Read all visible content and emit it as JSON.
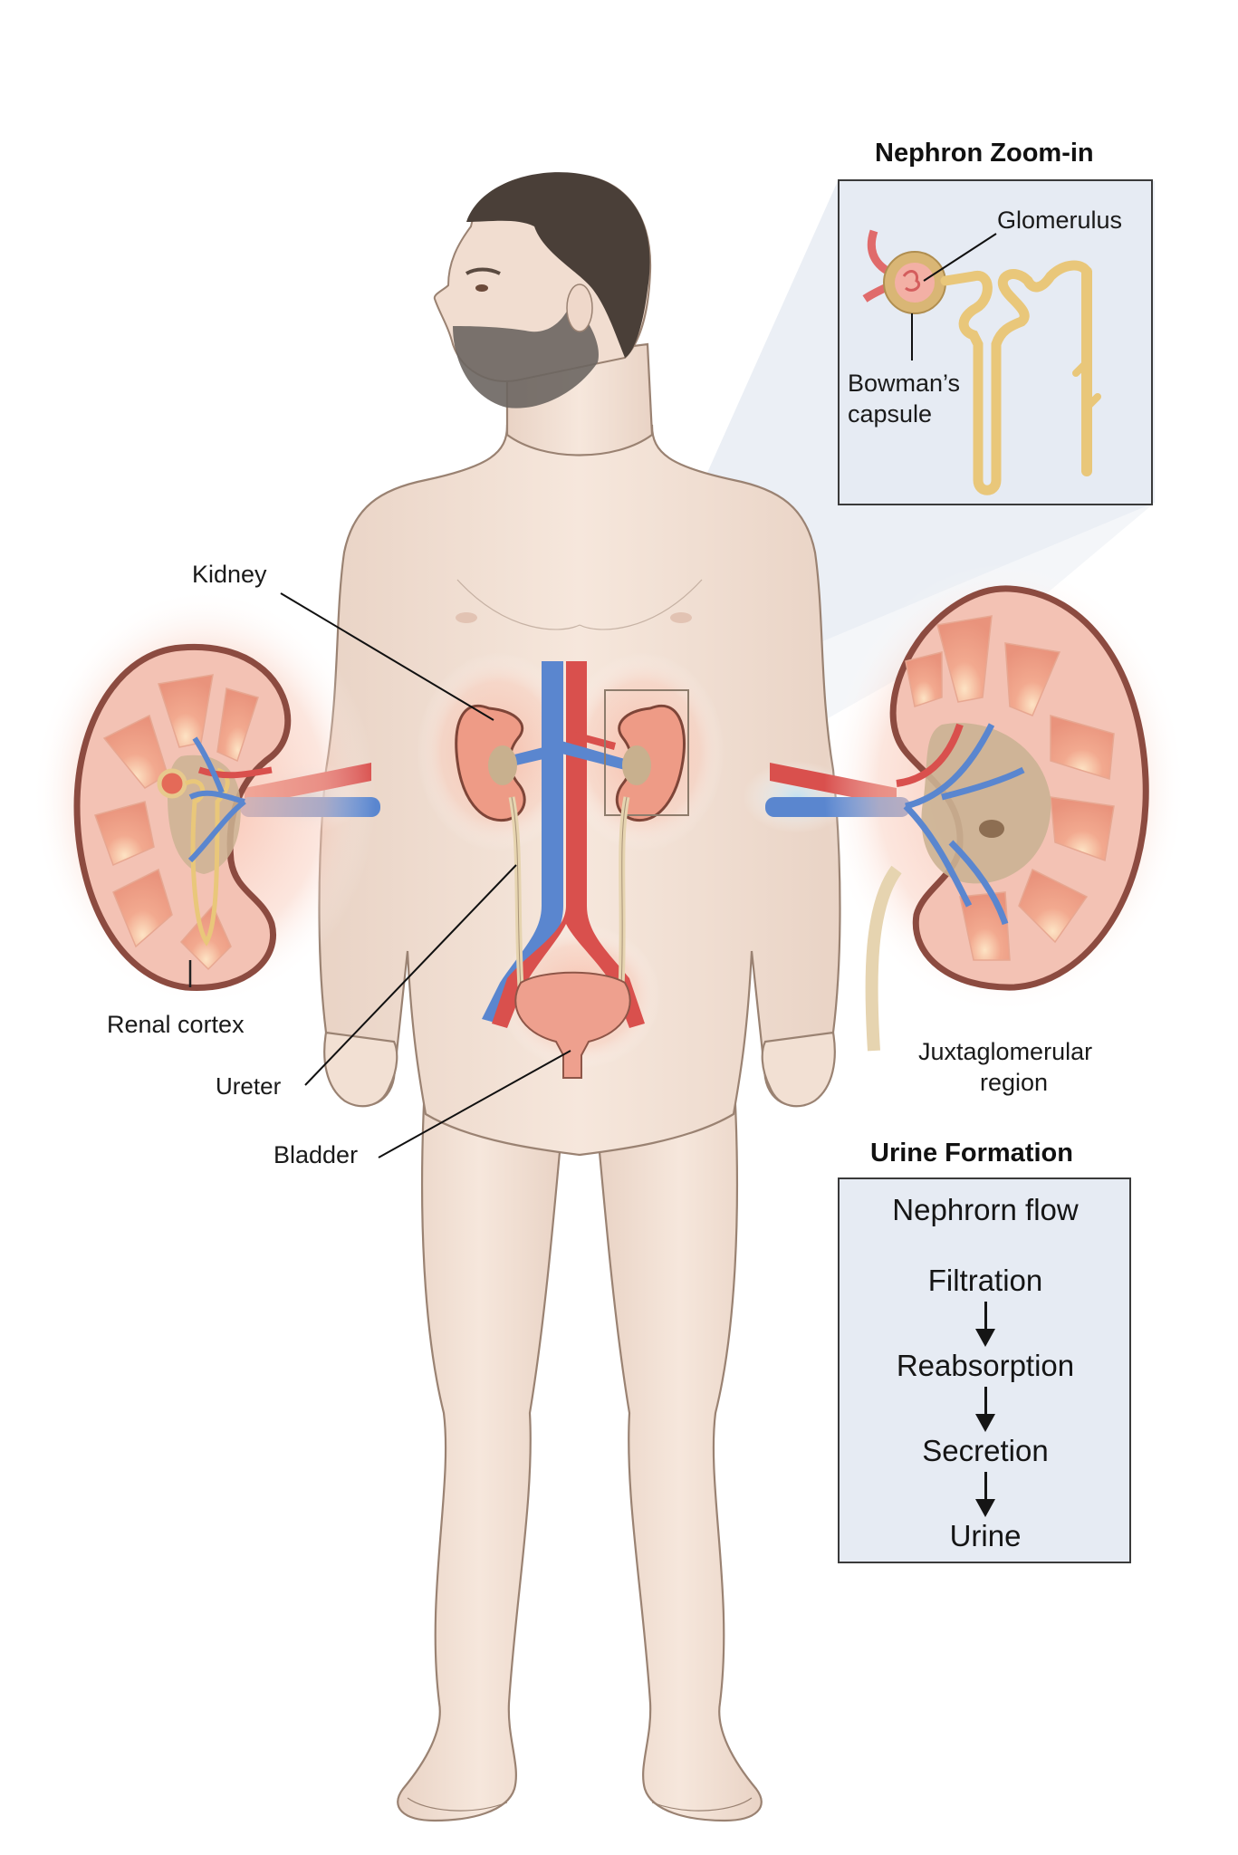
{
  "figure": {
    "subject": "Human urinary system with kidney cross-sections and nephron detail"
  },
  "labels": {
    "kidney": "Kidney",
    "renal_cortex": "Renal cortex",
    "ureter": "Ureter",
    "bladder": "Bladder",
    "juxtaglomerular_line1": "Juxtaglomerular",
    "juxtaglomerular_line2": "region"
  },
  "nephron_zoom": {
    "title": "Nephron Zoom-in",
    "glomerulus": "Glomerulus",
    "bowmans_line1": "Bowman’s",
    "bowmans_line2": "capsule"
  },
  "urine_formation": {
    "title": "Urine Formation",
    "heading": "Nephrorn flow",
    "steps": [
      "Filtration",
      "Reabsorption",
      "Secretion",
      "Urine"
    ]
  },
  "colors": {
    "skin": "#f3e2d6",
    "skin_outline": "#9a8272",
    "artery": "#d9504d",
    "vein": "#5a86cf",
    "kidney_capsule": "#8c4b40",
    "kidney_tissue": "#f0a48f",
    "nephron_tubule": "#e9c77a",
    "panel_bg": "#e6ebf3",
    "zoom_cone": "#e3e8f0"
  }
}
